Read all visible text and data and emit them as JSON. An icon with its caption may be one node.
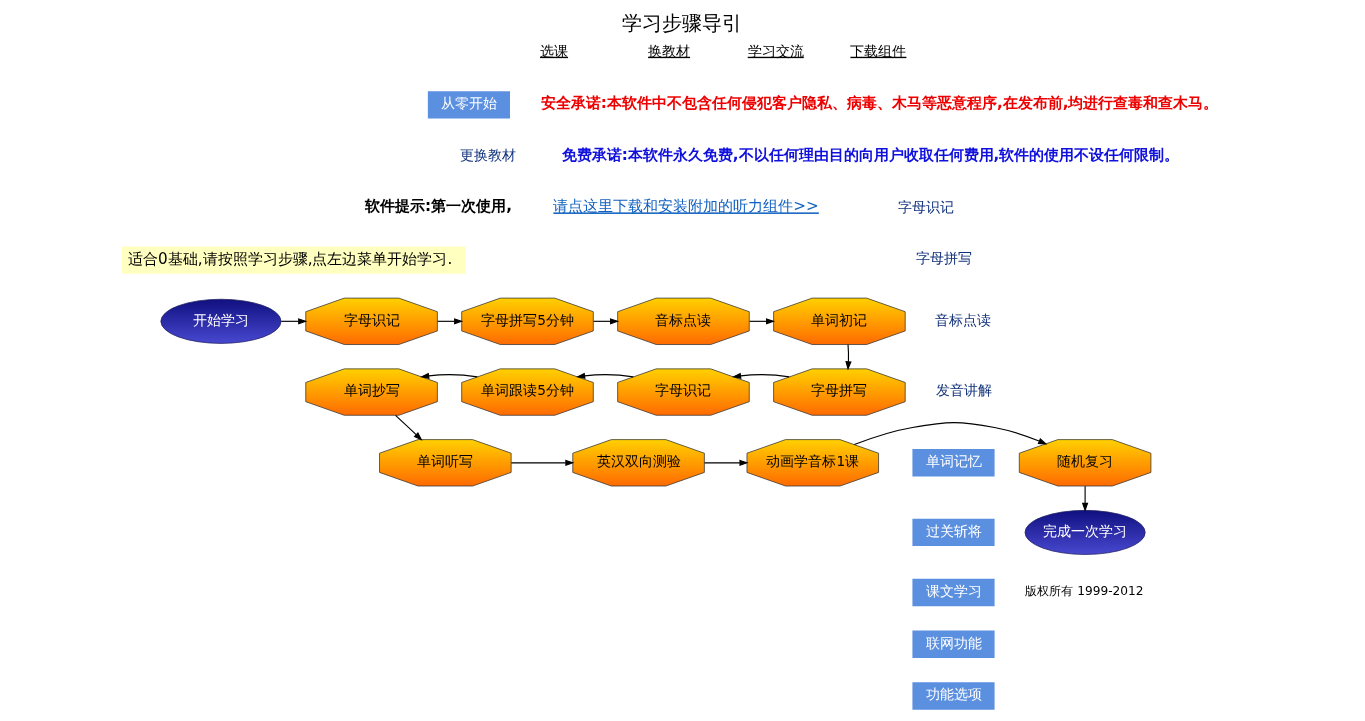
{
  "diagram": {
    "title": "学习步骤导引",
    "nodes": [
      {
        "text": [
          "开始学习"
        ]
      },
      {
        "text": [
          "字母识记"
        ]
      },
      {
        "text": [
          "字母拼写5分钟"
        ]
      },
      {
        "text": [
          "音标点读"
        ]
      },
      {
        "text": [
          "单词初记"
        ]
      },
      {
        "text": [
          "字母拼写"
        ]
      },
      {
        "text": [
          "字母识记"
        ]
      },
      {
        "text": [
          "单词跟读5分钟"
        ]
      },
      {
        "text": [
          "单词抄写"
        ]
      },
      {
        "text": [
          "单词听写"
        ]
      },
      {
        "text": [
          "英汉双向测验"
        ]
      },
      {
        "text": [
          "动画学音标1课"
        ]
      },
      {
        "text": [
          "随机复习"
        ]
      },
      {
        "text": [
          "完成一次学习"
        ]
      }
    ],
    "edges": [
      {
        "from": 0,
        "to": 1,
        "arrow": "to"
      },
      {
        "from": 1,
        "to": 2,
        "arrow": "to"
      },
      {
        "from": 2,
        "to": 3,
        "arrow": "to"
      },
      {
        "from": 3,
        "to": 4,
        "arrow": "to"
      },
      {
        "from": 4,
        "to": 5,
        "arrow": "to"
      },
      {
        "from": 5,
        "to": 6,
        "arrow": "to"
      },
      {
        "from": 6,
        "to": 7,
        "arrow": "to"
      },
      {
        "from": 7,
        "to": 8,
        "arrow": "to"
      },
      {
        "from": 8,
        "to": 9,
        "arrow": "to"
      },
      {
        "from": 9,
        "to": 10,
        "arrow": "to"
      },
      {
        "from": 10,
        "to": 11,
        "arrow": "to"
      },
      {
        "from": 11,
        "to": 12,
        "arrow": "to"
      },
      {
        "from": 12,
        "to": 13,
        "arrow": "to"
      }
    ],
    "labels": [
      "选课",
      "换教材",
      "学习交流",
      "下载组件",
      "安全承诺:本软件中不包含任何侵犯客户隐私、病毒、木马等恶意程序,在发布前,均进行查毒和查木马。",
      "免费承诺:本软件永久免费,不以任何理由目的向用户收取任何费用,软件的使用不设任何限制。",
      "软件提示:第一次使用,",
      "请点这里下载和安装附加的听力组件>>",
      "从零开始",
      "更换教材",
      "字母识记",
      "字母拼写",
      "音标点读",
      "发音讲解",
      "单词记忆",
      "过关斩将",
      "课文学习",
      "联网功能",
      "功能选项",
      "适合0基础,请按照学习步骤,点左边菜单开始学习.",
      "版权所有 1999-2012"
    ]
  }
}
